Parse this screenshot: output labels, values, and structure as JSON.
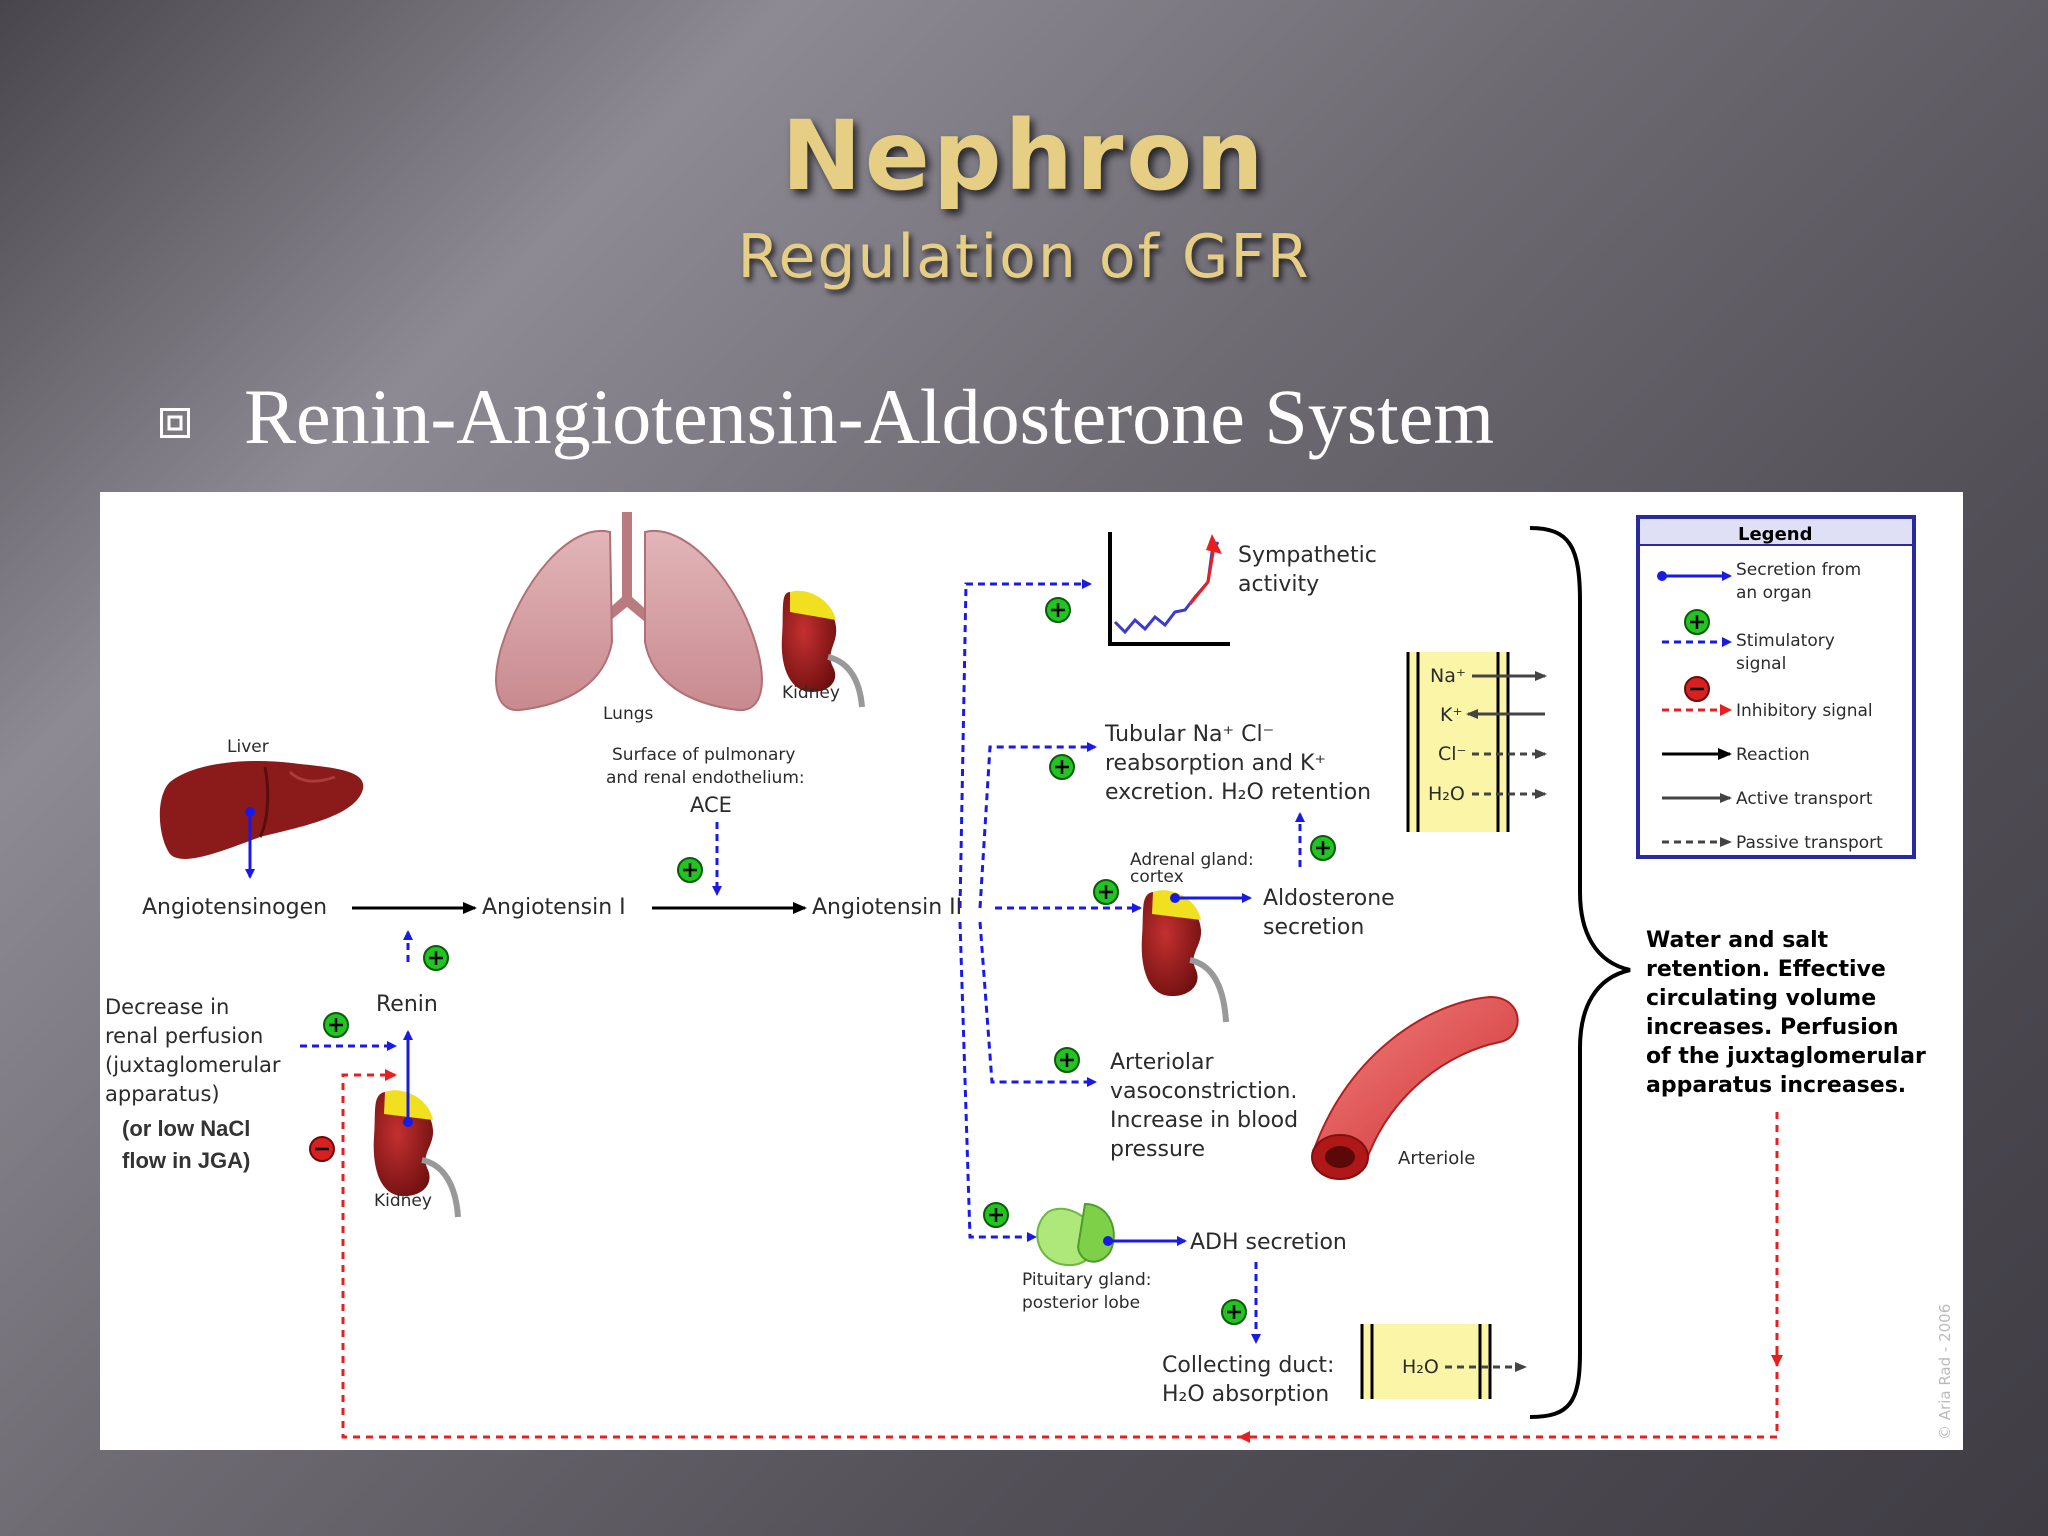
{
  "slide": {
    "title": "Nephron",
    "subtitle": "Regulation of GFR",
    "bullet": "Renin-Angiotensin-Aldosterone System"
  },
  "diagram": {
    "organs": {
      "liver": "Liver",
      "lungs": "Lungs",
      "kidney_top": "Kidney",
      "kidney_bottom": "Kidney",
      "ace_line1": "Surface of pulmonary",
      "ace_line2": "and renal endothelium:",
      "ace": "ACE",
      "adrenal_line1": "Adrenal gland:",
      "adrenal_line2": "cortex",
      "pituitary_line1": "Pituitary gland:",
      "pituitary_line2": "posterior lobe",
      "arteriole": "Arteriole"
    },
    "chain": {
      "angiotensinogen": "Angiotensinogen",
      "angiotensin1": "Angiotensin I",
      "angiotensin2": "Angiotensin II",
      "renin": "Renin"
    },
    "trigger": {
      "line1": "Decrease in",
      "line2": "renal perfusion",
      "line3": "(juxtaglomerular",
      "line4": "apparatus)",
      "note1": "(or low NaCl",
      "note2": "flow in JGA)"
    },
    "effects": {
      "sympathetic1": "Sympathetic",
      "sympathetic2": "activity",
      "tubular1": "Tubular Na⁺ Cl⁻",
      "tubular2": "reabsorption and K⁺",
      "tubular3": "excretion. H₂O retention",
      "aldo1": "Aldosterone",
      "aldo2": "secretion",
      "arteriolar1": "Arteriolar",
      "arteriolar2": "vasoconstriction.",
      "arteriolar3": "Increase in blood",
      "arteriolar4": "pressure",
      "adh": "ADH secretion",
      "duct1": "Collecting duct:",
      "duct2": "H₂O absorption"
    },
    "ions": {
      "na": "Na⁺",
      "k": "K⁺",
      "cl": "Cl⁻",
      "h2o": "H₂O",
      "h2o_duct": "H₂O"
    },
    "result": {
      "line1": "Water and salt",
      "line2": "retention. Effective",
      "line3": "circulating volume",
      "line4": "increases. Perfusion",
      "line5": "of the juxtaglomerular",
      "line6": "apparatus increases."
    },
    "legend": {
      "title": "Legend",
      "secretion1": "Secretion from",
      "secretion2": "an organ",
      "stim1": "Stimulatory",
      "stim2": "signal",
      "inhib": "Inhibitory signal",
      "reaction": "Reaction",
      "active": "Active transport",
      "passive": "Passive transport"
    },
    "copyright": "© Aria Rad - 2006"
  },
  "colors": {
    "title_gold": "#e6cf85",
    "stimulatory_blue": "#1a1ae6",
    "inhibitory_red": "#e62020",
    "plus_green": "#22c322",
    "organ_red": "#8b1a1a"
  }
}
